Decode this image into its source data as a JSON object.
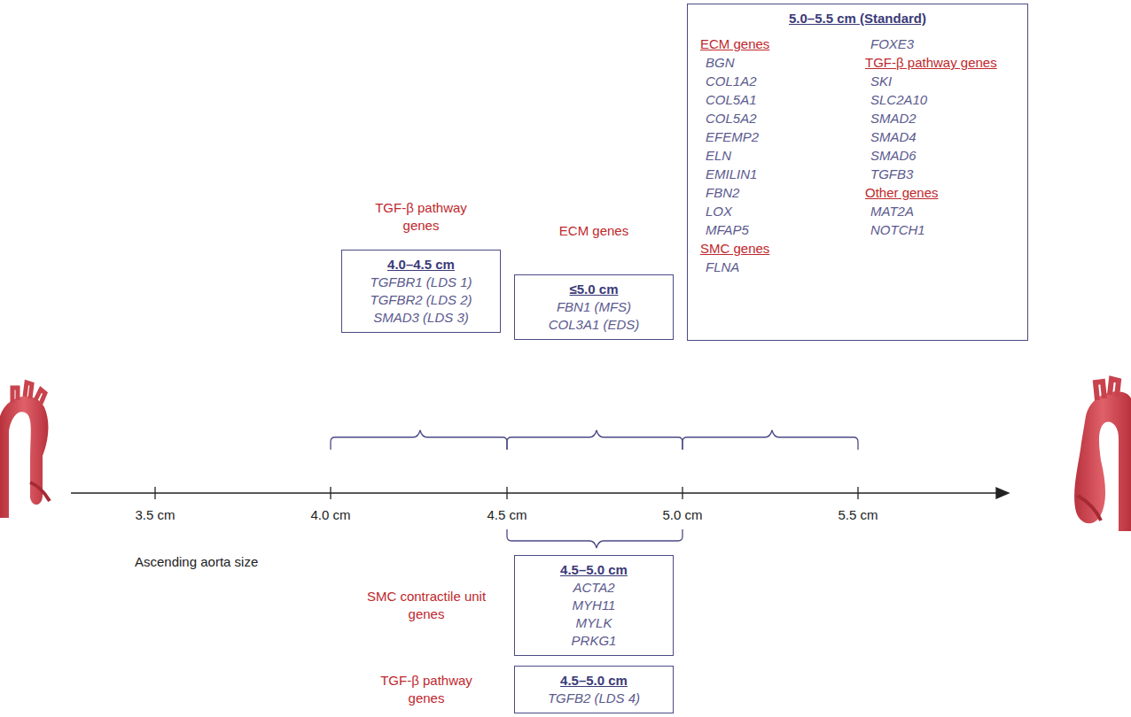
{
  "diagram": {
    "nodes": [
      {
        "text": [
          "TGF-β pathway genes",
          "4.0–4.5 cm",
          "TGFBR1 (LDS 1)",
          "TGFBR2 (LDS 2)",
          "SMAD3 (LDS 3)"
        ]
      },
      {
        "text": [
          "ECM genes",
          "≤5.0 cm",
          "FBN1 (MFS)",
          "COL3A1 (EDS)"
        ]
      },
      {
        "text": [
          "5.0–5.5 cm (Standard)",
          "ECM genes",
          "BGN",
          "COL1A2",
          "COL5A1",
          "COL5A2",
          "EFEMP2",
          "ELN",
          "EMILIN1",
          "FBN2",
          "LOX",
          "MFAP5",
          "SMC genes",
          "FLNA",
          "FOXE3",
          "TGF-β pathway genes",
          "SKI",
          "SLC2A10",
          "SMAD2",
          "SMAD4",
          "SMAD6",
          "TGFB3",
          "Other genes",
          "MAT2A",
          "NOTCH1"
        ]
      },
      {
        "text": [
          "SMC contractile unit genes",
          "4.5–5.0 cm",
          "ACTA2",
          "MYH11",
          "MYLK",
          "PRKG1"
        ]
      },
      {
        "text": [
          "TGF-β pathway genes",
          "4.5–5.0 cm",
          "TGFB2 (LDS 4)"
        ]
      }
    ],
    "labels": [
      "3.5 cm",
      "4.0 cm",
      "4.5 cm",
      "5.0 cm",
      "5.5 cm",
      "Ascending aorta size"
    ]
  }
}
